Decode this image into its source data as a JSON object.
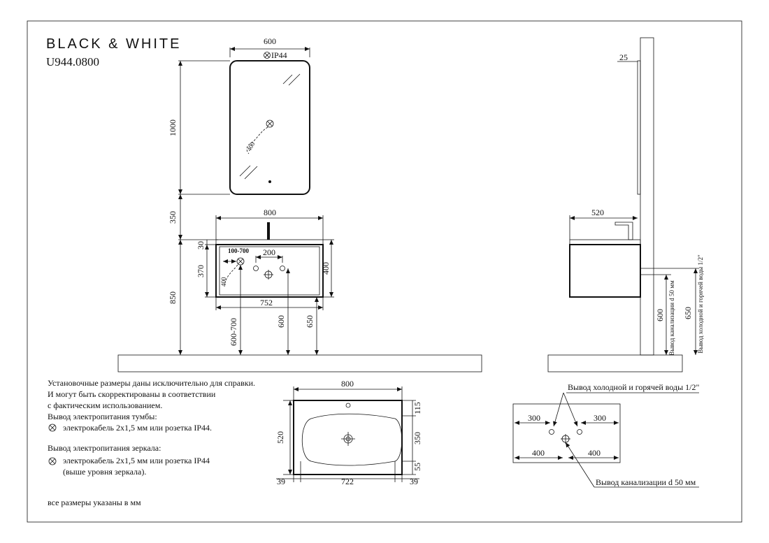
{
  "brand": "BLACK & WHITE",
  "model": "U944.0800",
  "mirror": {
    "width": "600",
    "height": "1000",
    "ip": "IP44",
    "cable": "400"
  },
  "cabinet": {
    "width": "800",
    "inner_width": "752",
    "gap_to_mirror": "350",
    "top": "30",
    "height": "370",
    "height_total": "400",
    "floor_height": "850",
    "socket_range": "100-700",
    "cable": "400",
    "pipe_spacing": "200",
    "h_600_700": "600-700",
    "h_600": "600",
    "h_650": "650"
  },
  "side": {
    "wall_offset": "25",
    "depth": "520",
    "h_600": "600",
    "h_650": "650",
    "drain_label": "Вывод канализации d 50 мм",
    "water_label": "Вывод холодной и горячей воды 1/2\""
  },
  "basin": {
    "width": "800",
    "depth": "520",
    "d115": "115",
    "d350": "350",
    "d55": "55",
    "left": "39",
    "inner": "722",
    "right": "39"
  },
  "layout": {
    "water_label": "Вывод холодной и горячей воды 1/2\"",
    "left300": "300",
    "right300": "300",
    "left400": "400",
    "right400": "400",
    "drain_label": "Вывод канализации d 50 мм"
  },
  "notes": [
    "Установочные размеры даны исключительно для справки.",
    "И могут быть скорректированы в соответствии",
    "с фактическим использованием.",
    "Вывод электропитания тумбы:",
    "электрокабель 2х1,5 мм или розетка IP44.",
    "Вывод электропитания зеркала:",
    "электрокабель 2х1,5 мм или розетка IP44",
    "(выше уровня зеркала)."
  ],
  "footer": "все размеры указаны в мм"
}
